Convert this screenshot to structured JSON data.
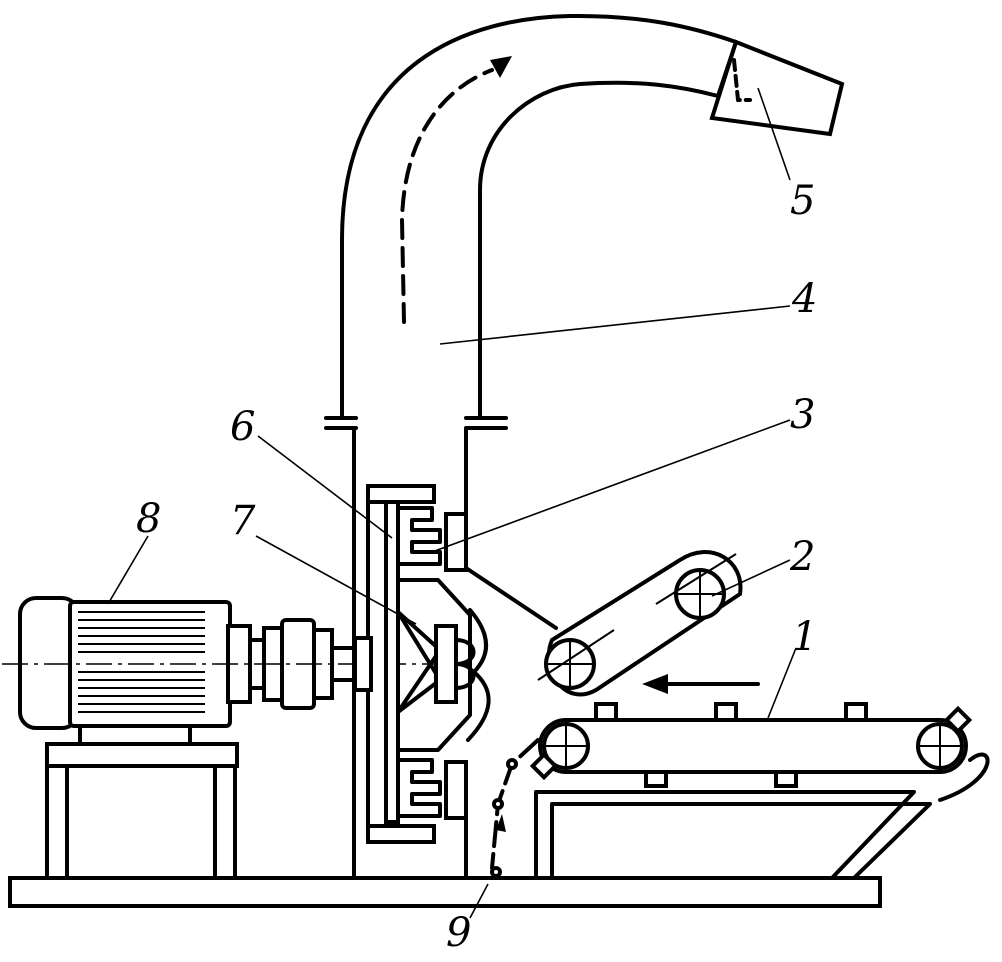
{
  "labels": {
    "conveyor": "1",
    "roller": "2",
    "blade": "3",
    "duct": "4",
    "hood": "5",
    "rotor_disc": "6",
    "hub": "7",
    "motor": "8",
    "valve": "9"
  }
}
